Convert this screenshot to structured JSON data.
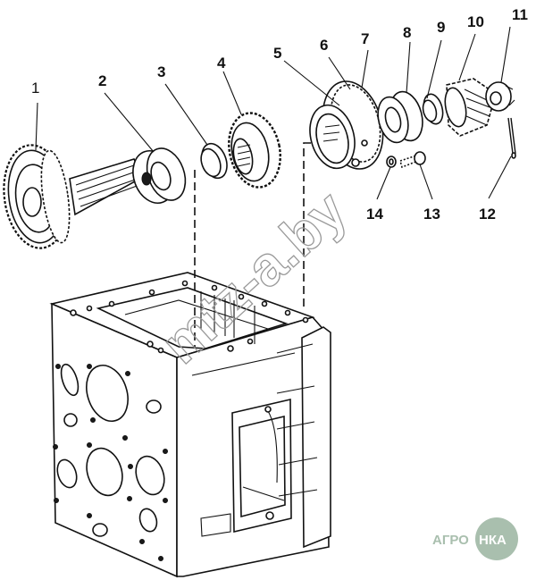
{
  "diagram": {
    "description": "Exploded view of gearbox housing with shaft, gears, bearings and cover",
    "callouts": [
      {
        "id": 1,
        "label": "1",
        "part": "shaft with gear"
      },
      {
        "id": 2,
        "label": "2",
        "part": "bearing"
      },
      {
        "id": 3,
        "label": "3",
        "part": "ring"
      },
      {
        "id": 4,
        "label": "4",
        "part": "gear"
      },
      {
        "id": 5,
        "label": "5",
        "part": "cover"
      },
      {
        "id": 6,
        "label": "6",
        "part": "gasket"
      },
      {
        "id": 7,
        "label": "7",
        "part": "flange"
      },
      {
        "id": 8,
        "label": "8",
        "part": "bearing"
      },
      {
        "id": 9,
        "label": "9",
        "part": "ring"
      },
      {
        "id": 10,
        "label": "10",
        "part": "bevel gear"
      },
      {
        "id": 11,
        "label": "11",
        "part": "nut"
      },
      {
        "id": 12,
        "label": "12",
        "part": "cotter pin"
      },
      {
        "id": 13,
        "label": "13",
        "part": "bolt"
      },
      {
        "id": 14,
        "label": "14",
        "part": "washer"
      }
    ],
    "watermark": "mtz-a.by"
  },
  "logo": {
    "left_text": "АГРО",
    "right_text": "НКА",
    "color": "#a9bfae"
  }
}
